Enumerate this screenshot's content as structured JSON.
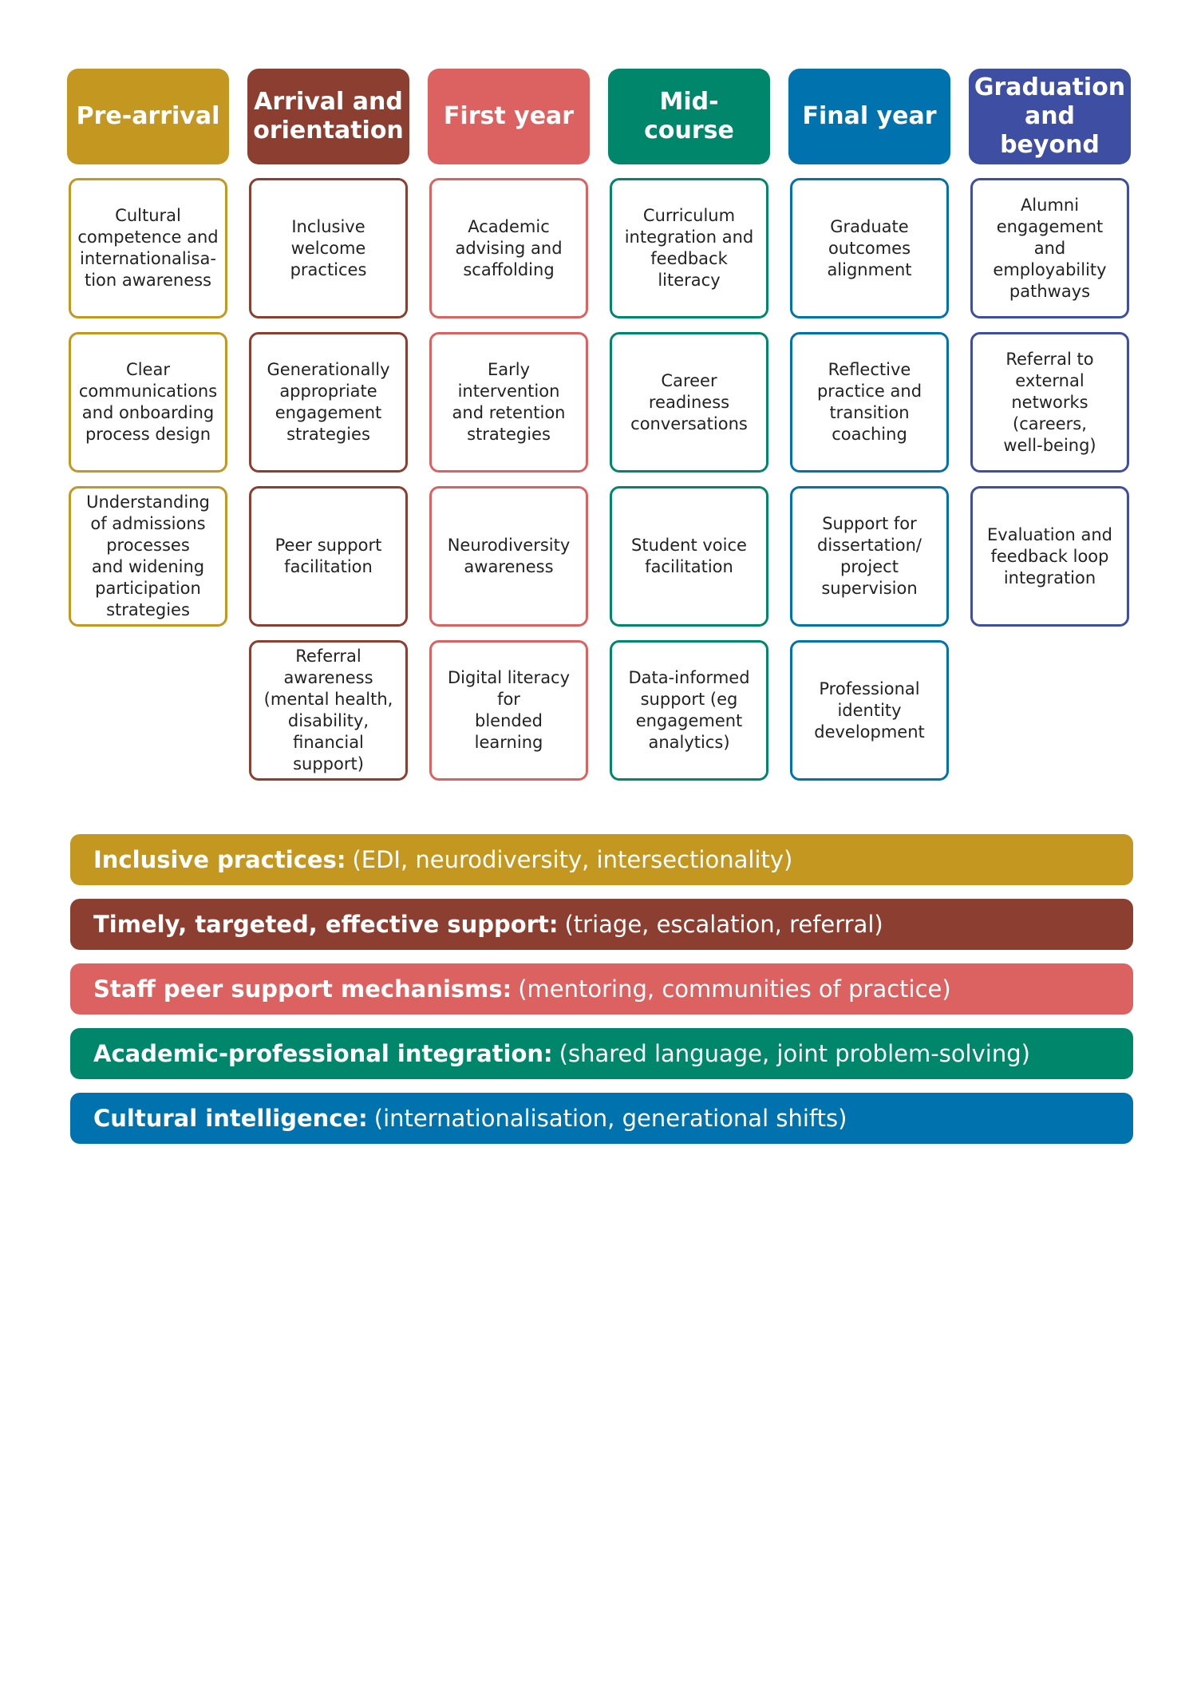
{
  "colors": {
    "pre_arrival": "#C49721",
    "arrival": "#8C3F30",
    "first_year": "#DB6261",
    "mid_course": "#00866A",
    "final_year": "#0072AE",
    "graduation": "#3E4EA3"
  },
  "stages": [
    {
      "title": "Pre-arrival",
      "color_key": "pre_arrival",
      "items": [
        "Cultural\ncompetence and\ninternationalisa-\ntion awareness",
        "Clear\ncommunications\nand onboarding\nprocess design",
        "Understanding\nof admissions\nprocesses\nand widening\nparticipation\nstrategies"
      ]
    },
    {
      "title": "Arrival and\norientation",
      "color_key": "arrival",
      "items": [
        "Inclusive\nwelcome\npractices",
        "Generationally\nappropriate\nengagement\nstrategies",
        "Peer support\nfacilitation",
        "Referral\nawareness\n(mental health,\ndisability,\nfinancial support)"
      ]
    },
    {
      "title": "First year",
      "color_key": "first_year",
      "items": [
        "Academic\nadvising and\nscaffolding",
        "Early intervention\nand retention\nstrategies",
        "Neurodiversity\nawareness",
        "Digital literacy for\nblended learning"
      ]
    },
    {
      "title": "Mid-course",
      "color_key": "mid_course",
      "items": [
        "Curriculum\nintegration and\nfeedback literacy",
        "Career readiness\nconversations",
        "Student voice\nfacilitation",
        "Data-informed\nsupport (eg\nengagement\nanalytics)"
      ]
    },
    {
      "title": "Final year",
      "color_key": "final_year",
      "items": [
        "Graduate\noutcomes\nalignment",
        "Reflective\npractice and\ntransition\ncoaching",
        "Support for\ndissertation/\nproject\nsupervision",
        "Professional\nidentity\ndevelopment"
      ]
    },
    {
      "title": "Graduation\nand beyond",
      "color_key": "graduation",
      "items": [
        "Alumni\nengagement and\nemployability\npathways",
        "Referral to\nexternal\nnetworks\n(careers,\nwell-being)",
        "Evaluation and\nfeedback loop\nintegration"
      ]
    }
  ],
  "themes": [
    {
      "title": "Inclusive practices:",
      "detail": "(EDI, neurodiversity, intersectionality)",
      "color_key": "pre_arrival"
    },
    {
      "title": "Timely, targeted, effective support:",
      "detail": "(triage, escalation, referral)",
      "color_key": "arrival"
    },
    {
      "title": "Staff peer support mechanisms:",
      "detail": "(mentoring, communities of practice)",
      "color_key": "first_year"
    },
    {
      "title": "Academic-professional integration:",
      "detail": "(shared language, joint problem-solving)",
      "color_key": "mid_course"
    },
    {
      "title": "Cultural intelligence:",
      "detail": "(internationalisation, generational shifts)",
      "color_key": "final_year"
    }
  ]
}
